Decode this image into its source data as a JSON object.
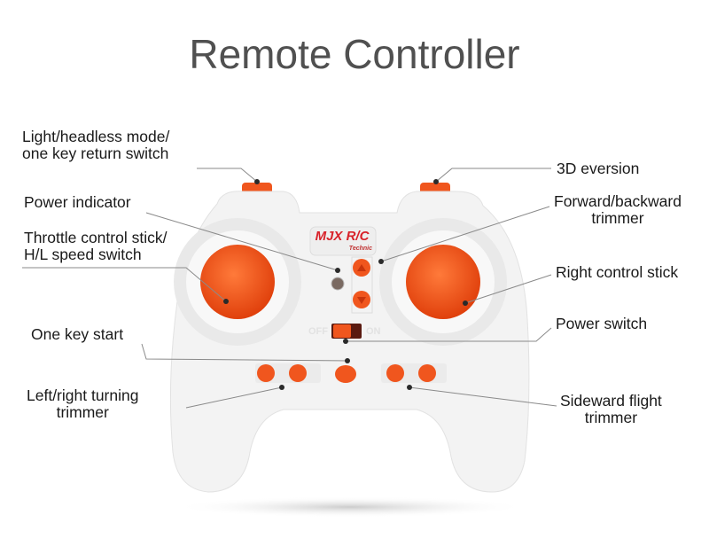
{
  "title": "Remote Controller",
  "labels": {
    "light_mode_1": "Light/headless mode/",
    "light_mode_2": "one key return switch",
    "power_indicator": "Power indicator",
    "throttle_1": "Throttle control stick/",
    "throttle_2": "H/L speed switch",
    "one_key_start": "One key start",
    "lr_trim_1": "Left/right turning",
    "lr_trim_2": "trimmer",
    "eversion": "3D eversion",
    "fb_trim_1": "Forward/backward",
    "fb_trim_2": "trimmer",
    "right_stick": "Right control stick",
    "power_switch": "Power switch",
    "side_trim_1": "Sideward flight",
    "side_trim_2": "trimmer"
  },
  "controller": {
    "brand": "MJX R/C",
    "brand_sub": "Technic",
    "switch_off": "OFF",
    "switch_on": "ON"
  },
  "colors": {
    "accent": "#f0561e",
    "body": "#f2f2f2",
    "line": "#888888"
  }
}
